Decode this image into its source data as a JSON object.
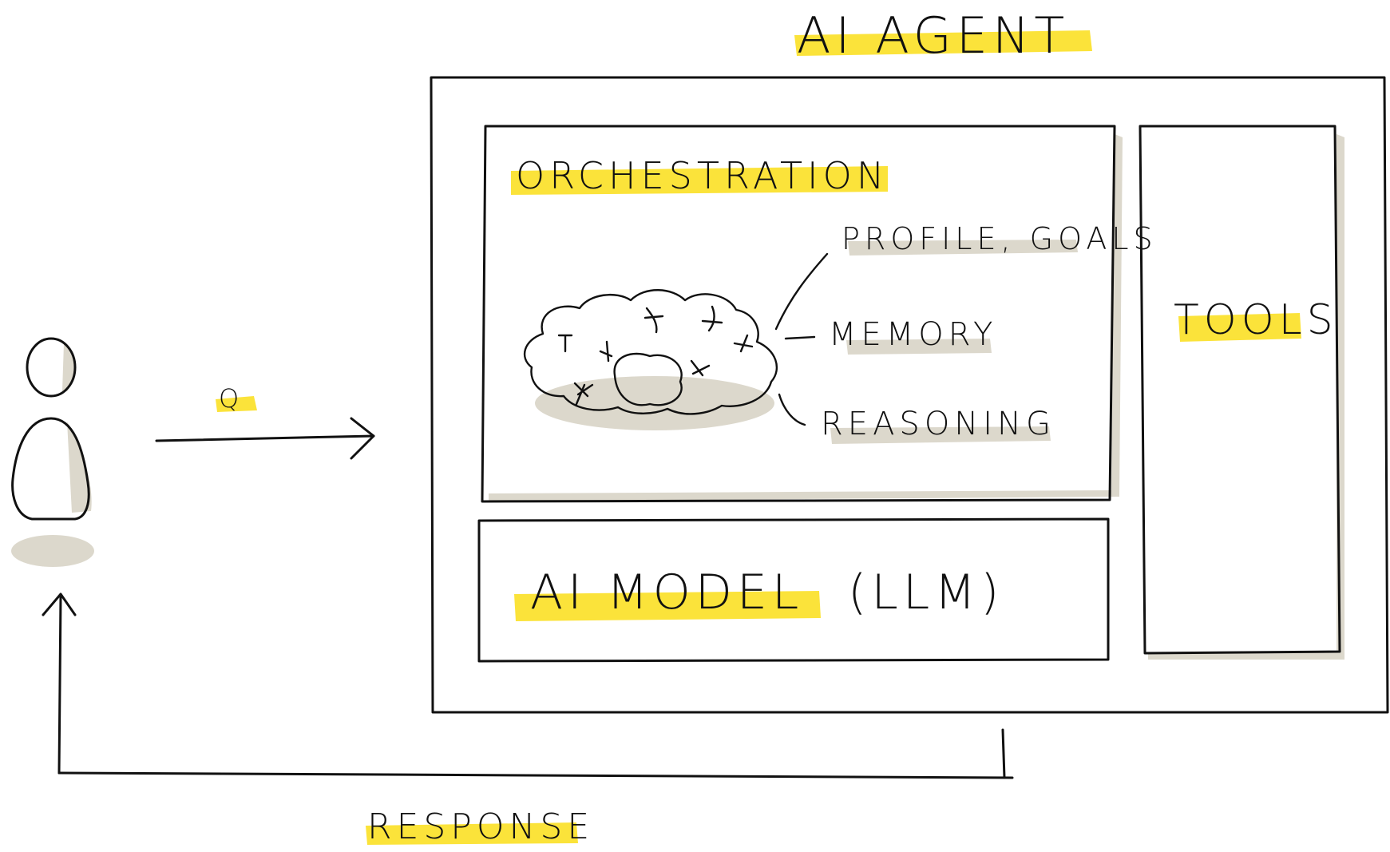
{
  "diagram": {
    "title": "AI AGENT",
    "orchestration": {
      "label": "ORCHESTRATION",
      "items": [
        "PROFILE, GOALS",
        "MEMORY",
        "REASONING"
      ]
    },
    "tools": {
      "label": "TOOLS"
    },
    "model": {
      "label_highlighted": "AI MODEL",
      "label_rest": "(LLM)"
    },
    "query_label": "Q",
    "response_label": "RESPONSE"
  },
  "colors": {
    "highlight": "#fbe33a",
    "shadow": "#dcd8cc",
    "ink": "#111111"
  },
  "icons": [
    "user-icon",
    "brain-icon"
  ]
}
